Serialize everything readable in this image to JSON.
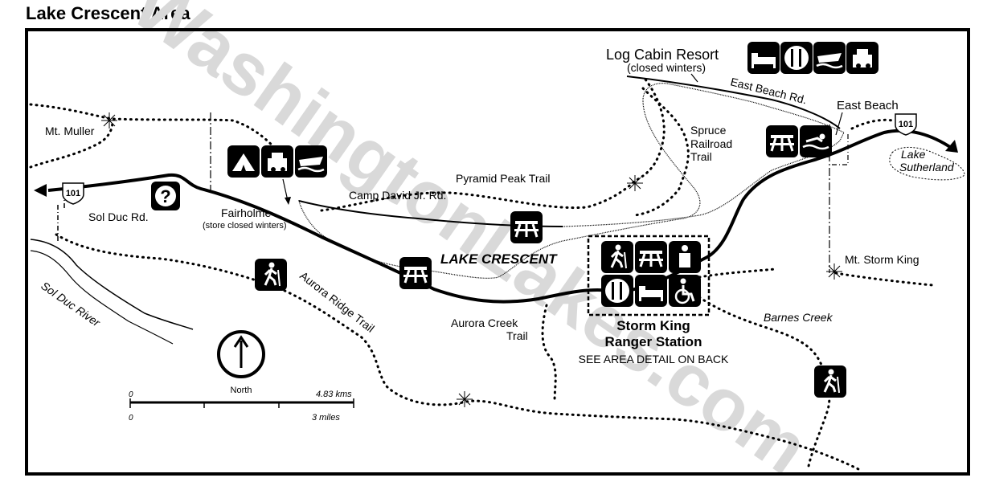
{
  "title": "Lake Crescent Area",
  "watermark": "WashingtonLakes.com",
  "colors": {
    "ink": "#000000",
    "paper": "#ffffff",
    "watermark": "#d9d9d9"
  },
  "labels": {
    "mt_muller": "Mt. Muller",
    "sol_duc_rd": "Sol Duc Rd.",
    "sol_duc_river": "Sol Duc River",
    "fairholme": "Fairholme",
    "fairholme_note": "(store closed winters)",
    "camp_david": "Camp David Jr. Rd.",
    "pyramid_peak": "Pyramid Peak Trail",
    "lake_crescent": "LAKE CRESCENT",
    "aurora_ridge": "Aurora Ridge Trail",
    "aurora_creek_1": "Aurora Creek",
    "aurora_creek_2": "Trail",
    "log_cabin": "Log Cabin Resort",
    "log_cabin_note": "(closed winters)",
    "east_beach_rd": "East Beach Rd.",
    "east_beach": "East Beach",
    "spruce_1": "Spruce",
    "spruce_2": "Railroad",
    "spruce_3": "Trail",
    "lake_1": "Lake",
    "lake_2": "Sutherland",
    "mt_storm_king": "Mt. Storm King",
    "barnes_creek": "Barnes Creek",
    "storm_king_1": "Storm King",
    "storm_king_2": "Ranger Station",
    "area_detail": "SEE AREA DETAIL ON BACK",
    "north": "North",
    "route_west": "101",
    "route_east": "101"
  },
  "scale": {
    "start_top": "0",
    "end_top": "4.83 kms",
    "start_bottom": "0",
    "end_bottom": "3 miles"
  },
  "icons": {
    "fairholme": [
      "camping-icon",
      "store-icon",
      "boat-launch-icon"
    ],
    "log_cabin": [
      "lodging-icon",
      "dining-icon",
      "boat-launch-icon",
      "store-icon"
    ],
    "storm_king": [
      "hiking-icon",
      "picnic-icon",
      "restroom-icon",
      "dining-icon",
      "lodging-icon",
      "accessible-icon"
    ],
    "info": "information-icon",
    "picnic_points": [
      "picnic-icon",
      "picnic-icon",
      "picnic-icon"
    ],
    "trailheads": [
      "hiking-icon",
      "hiking-icon"
    ]
  }
}
